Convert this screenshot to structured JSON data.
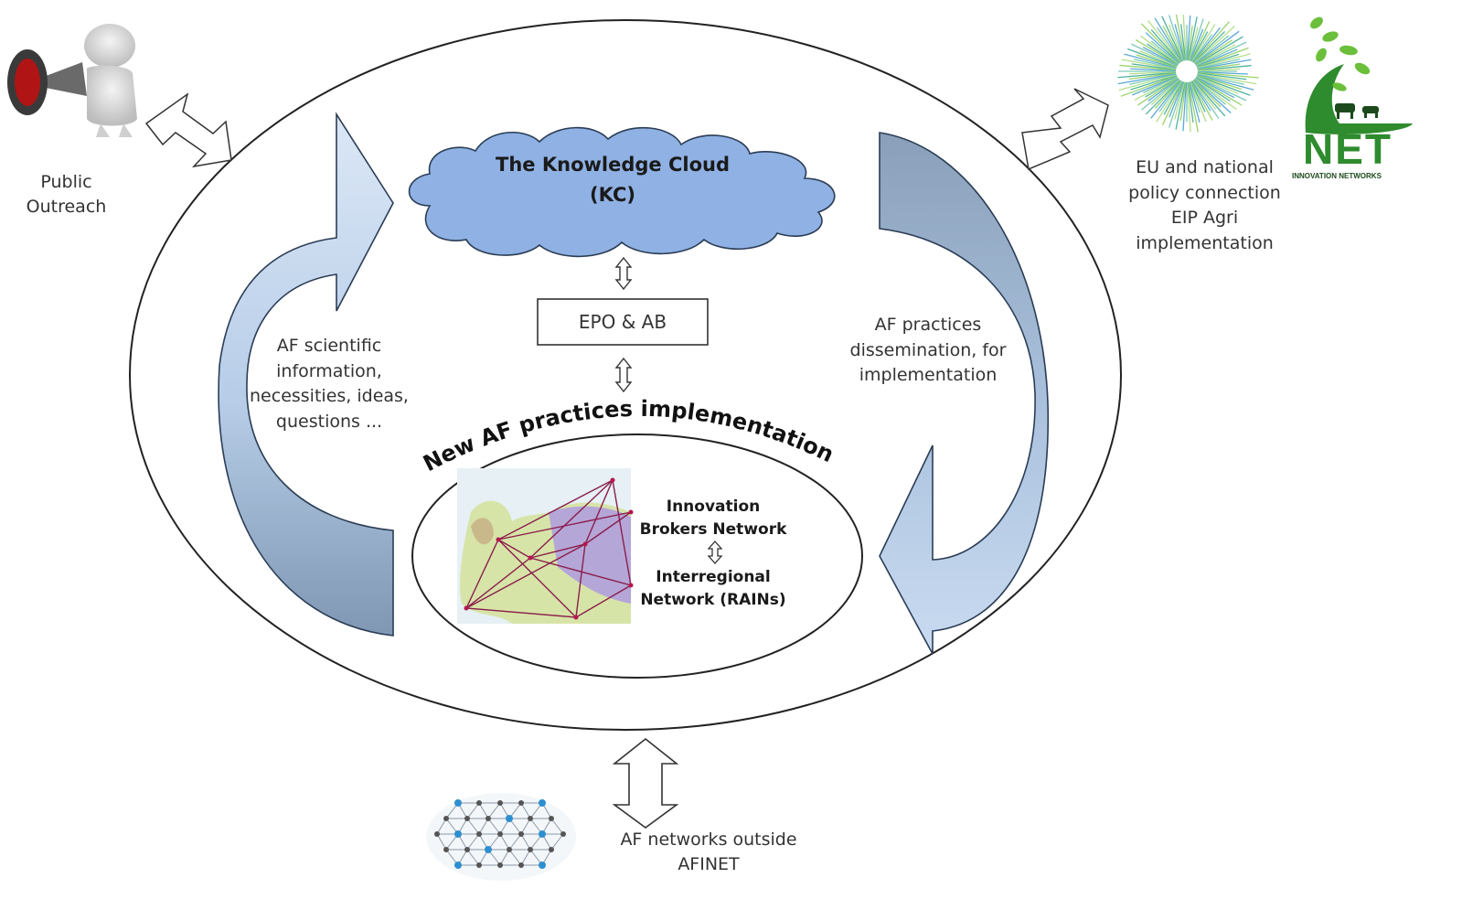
{
  "cloud": {
    "line1": "The Knowledge Cloud",
    "line2": "(KC)"
  },
  "epo_box": "EPO & AB",
  "arc_title": "New AF practices implementation",
  "inner": {
    "line1": "Innovation",
    "line2": "Brokers Network",
    "line3": "Interregional",
    "line4": "Network (RAINs)"
  },
  "left_arrow_text": [
    "AF scientific",
    "information,",
    "necessities, ideas,",
    "questions ..."
  ],
  "right_arrow_text": [
    "AF practices",
    "dissemination, for",
    "implementation"
  ],
  "public_outreach": [
    "Public",
    "Outreach"
  ],
  "eu_policy": [
    "EU and national",
    "policy connection",
    "EIP Agri",
    "implementation"
  ],
  "logo_text": {
    "main": "NET",
    "sub": "INNOVATION NETWORKS"
  },
  "bottom_networks": [
    "AF networks outside",
    "AFINET"
  ],
  "colors": {
    "cloud_fill": "#8fb1e3",
    "arrow_light": "#c6d9f1",
    "arrow_dark": "#8ea5bd",
    "logo_green": "#2e8b2e"
  }
}
